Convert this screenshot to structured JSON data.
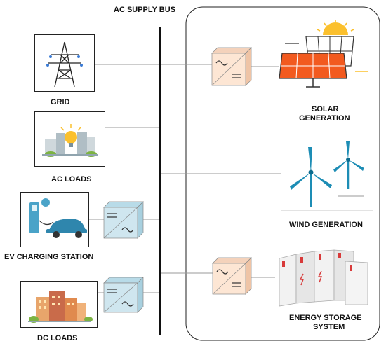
{
  "bus": {
    "title": "AC SUPPLY BUS"
  },
  "left_nodes": {
    "grid": {
      "label": "GRID"
    },
    "ac_loads": {
      "label": "AC LOADS"
    },
    "ev": {
      "label": "EV CHARGING STATION"
    },
    "dc_loads": {
      "label": "DC LOADS"
    }
  },
  "right_nodes": {
    "solar": {
      "label_line1": "SOLAR",
      "label_line2": "GENERATION"
    },
    "wind": {
      "label": "WIND GENERATION"
    },
    "storage": {
      "label_line1": "ENERGY STORAGE",
      "label_line2": "SYSTEM"
    }
  },
  "colors": {
    "bus_line": "#111111",
    "connector_line": "#9a9a9a",
    "ac_dc_converter": "#fde6d4",
    "dc_ac_converter": "#cfe6ef",
    "solar_panel": "#f25a1f",
    "wind_turbine": "#1d8db5",
    "battery_accent": "#d83a3a"
  },
  "icons": {
    "grid": "transmission-tower-icon",
    "ac_loads": "city-lightbulb-icon",
    "ev": "ev-charger-car-icon",
    "dc_loads": "buildings-icon",
    "solar": "solar-panel-sun-icon",
    "wind": "wind-turbine-icon",
    "storage": "battery-rack-icon",
    "converter": "converter-icon"
  }
}
